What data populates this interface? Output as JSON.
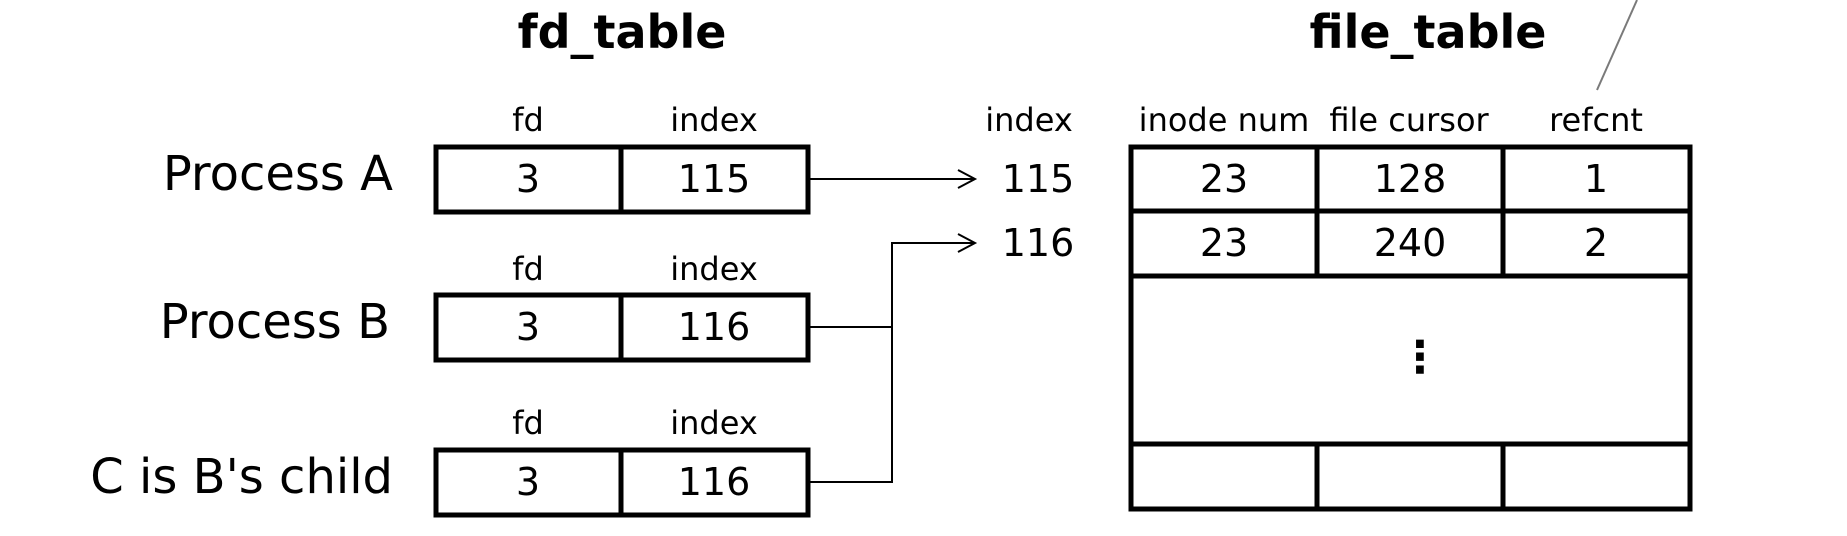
{
  "fd_table": {
    "title": "fd_table",
    "processes": [
      {
        "label": "Process A",
        "fd_header": "fd",
        "index_header": "index",
        "fd": "3",
        "index": "115"
      },
      {
        "label": "Process B",
        "fd_header": "fd",
        "index_header": "index",
        "fd": "3",
        "index": "116"
      },
      {
        "label": "C is B's child",
        "fd_header": "fd",
        "index_header": "index",
        "fd": "3",
        "index": "116"
      }
    ]
  },
  "file_table": {
    "title": "file_table",
    "index_header": "index",
    "headers": [
      "inode num",
      "file cursor",
      "refcnt"
    ],
    "rows": [
      {
        "index": "115",
        "inode": "23",
        "cursor": "128",
        "refcnt": "1"
      },
      {
        "index": "116",
        "inode": "23",
        "cursor": "240",
        "refcnt": "2"
      }
    ],
    "ellipsis": "⋮"
  }
}
